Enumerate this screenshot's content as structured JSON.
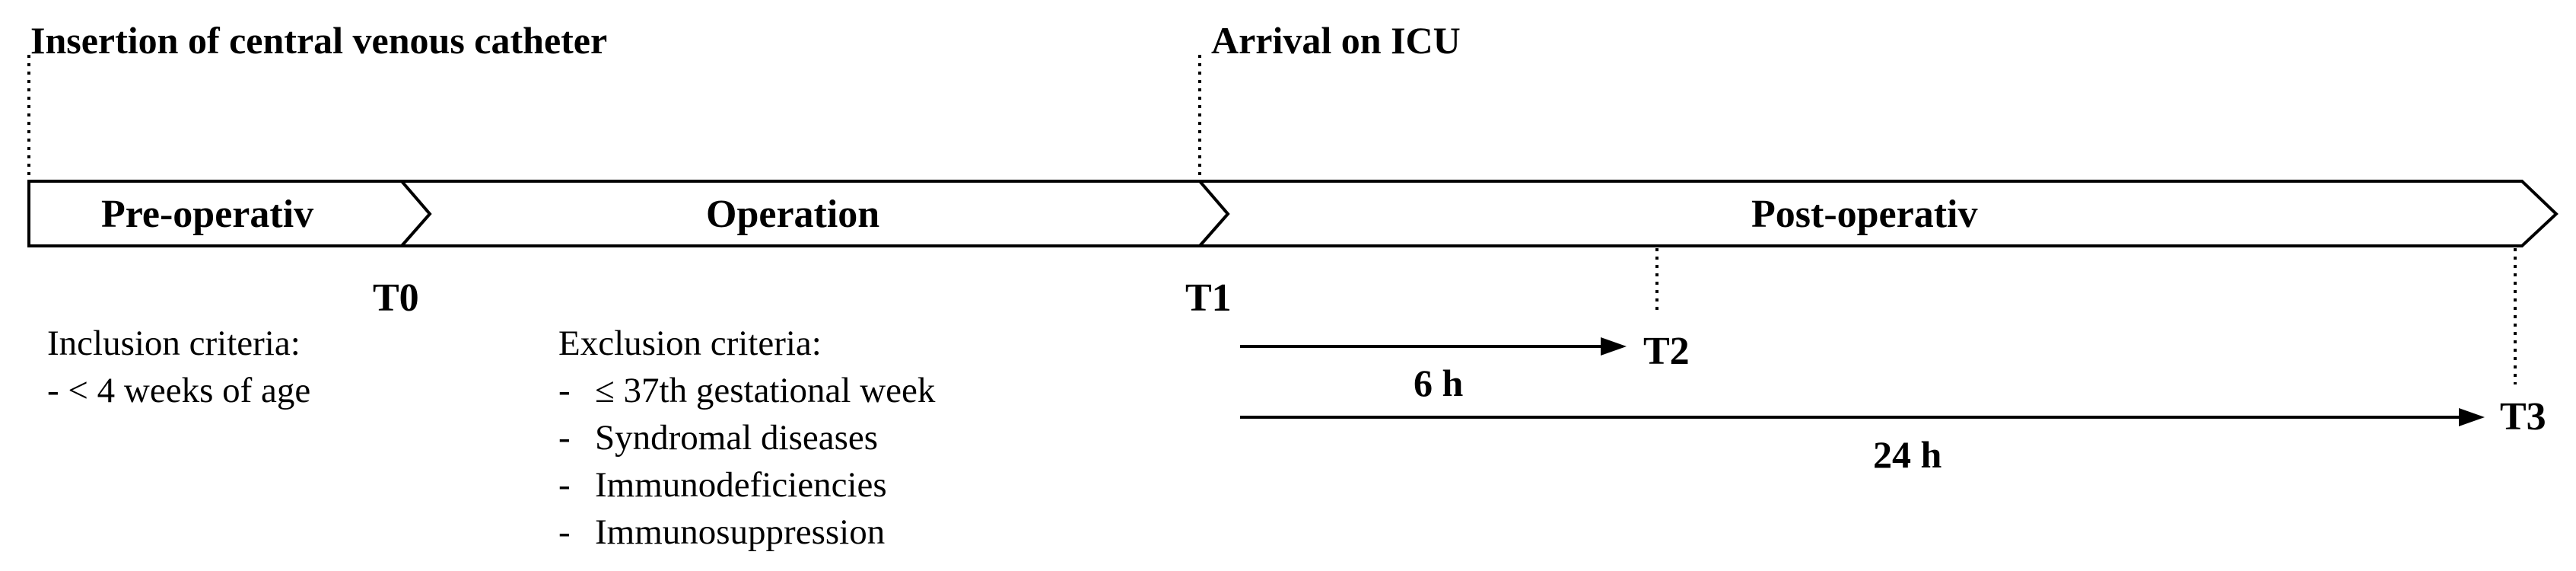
{
  "events": {
    "catheter_insertion": "Insertion of central venous catheter",
    "icu_arrival": "Arrival on ICU"
  },
  "phases": [
    {
      "label": "Pre-operativ"
    },
    {
      "label": "Operation"
    },
    {
      "label": "Post-operativ"
    }
  ],
  "timepoints": {
    "t0": "T0",
    "t1": "T1",
    "t2": "T2",
    "t3": "T3"
  },
  "durations": {
    "t2": "6 h",
    "t3": "24 h"
  },
  "inclusion": {
    "title": "Inclusion criteria:",
    "items": [
      "< 4 weeks of age"
    ]
  },
  "exclusion": {
    "title": "Exclusion criteria:",
    "items": [
      "≤ 37th gestational week",
      "Syndromal diseases",
      "Immunodeficiencies",
      "Immunosuppression"
    ]
  }
}
